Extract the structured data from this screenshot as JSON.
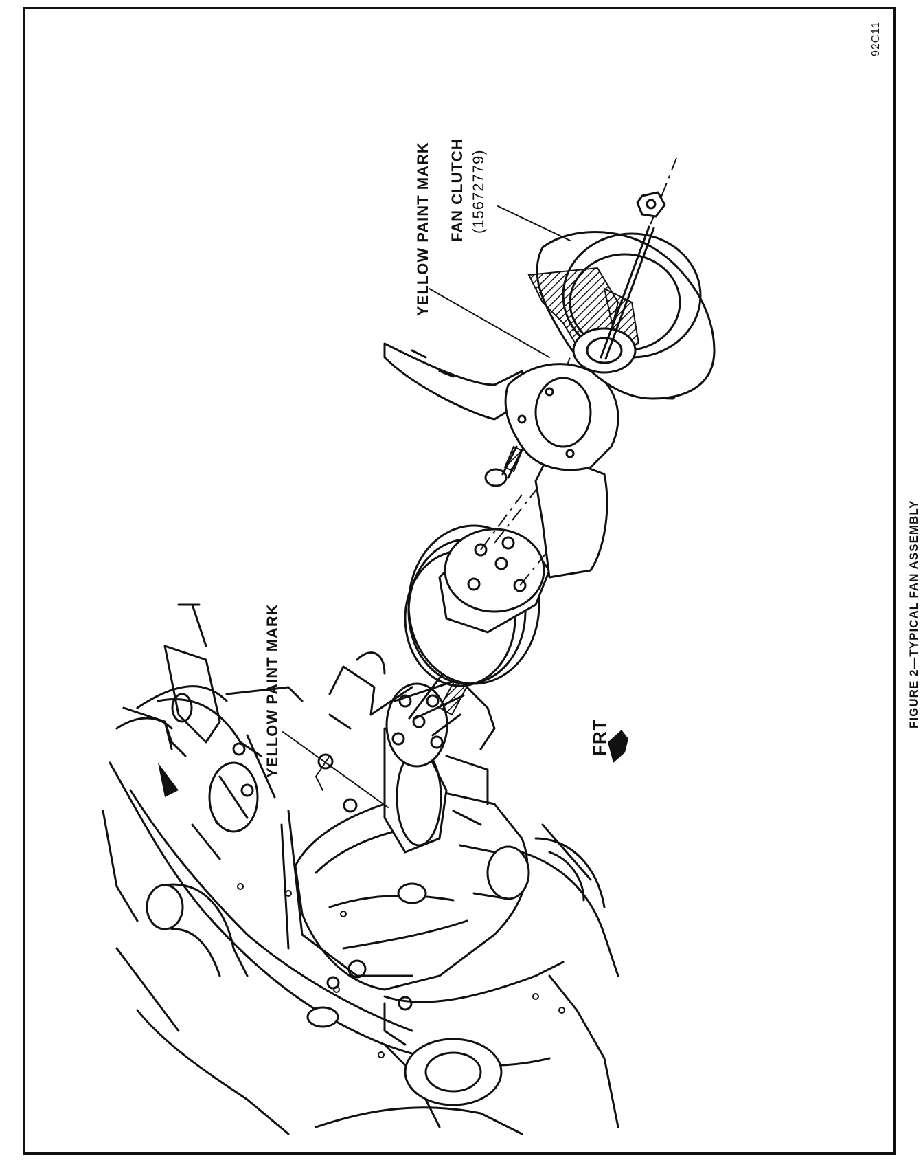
{
  "figure": {
    "caption": "FIGURE 2—TYPICAL FAN ASSEMBLY",
    "code": "92C11"
  },
  "labels": {
    "yellow_paint_mark_pump": "YELLOW PAINT MARK",
    "yellow_paint_mark_clutch": "YELLOW PAINT MARK",
    "fan_clutch": "FAN CLUTCH",
    "fan_clutch_part_number": "(15672779)",
    "front": "FRT"
  },
  "colors": {
    "ink": "#111111",
    "paper": "#ffffff"
  }
}
